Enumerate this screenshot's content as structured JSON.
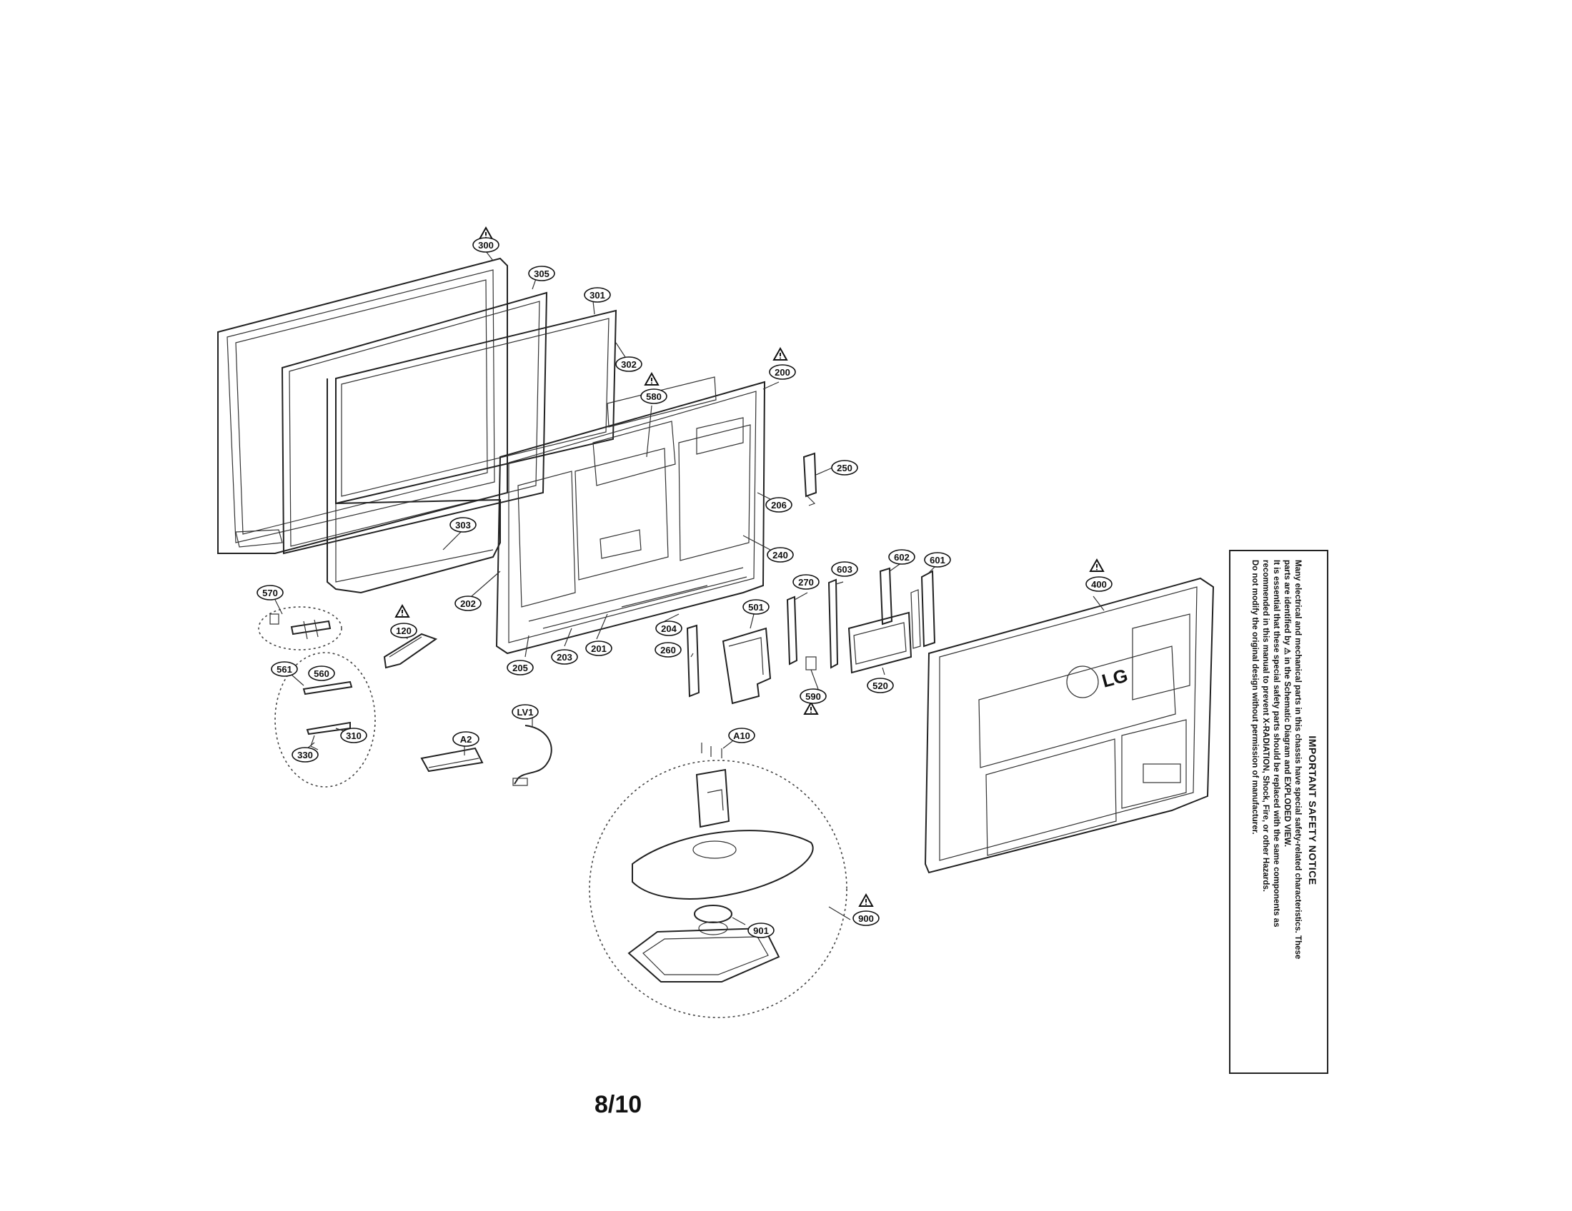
{
  "page_number": "8/10",
  "safety_notice": {
    "title": "IMPORTANT SAFETY NOTICE",
    "lines": [
      "Many electrical and mechanical parts in this chassis have special safety-related characteristics. These",
      "parts are identified by ⚠ in the Schematic Diagram and EXPLODED VIEW.",
      "It is essential that these special safety parts should be replaced with the same components as",
      "recommended in this manual to prevent X-RADIATION, Shock, Fire, or other Hazards.",
      "Do not modify the original design without permission of manufacturer."
    ]
  },
  "callouts": {
    "c300": "300",
    "c305": "305",
    "c301": "301",
    "c302": "302",
    "c303": "303",
    "c200": "200",
    "c580": "580",
    "c250": "250",
    "c206": "206",
    "c240": "240",
    "c202": "202",
    "c205": "205",
    "c203": "203",
    "c201": "201",
    "c204": "204",
    "c570": "570",
    "c120": "120",
    "c561": "561",
    "c560": "560",
    "c310": "310",
    "c330": "330",
    "cA2": "A2",
    "cLV1": "LV1",
    "cA10": "A10",
    "c260": "260",
    "c501": "501",
    "c270": "270",
    "c603": "603",
    "c602": "602",
    "c601": "601",
    "c590": "590",
    "c520": "520",
    "c400": "400",
    "c901": "901",
    "c900": "900"
  },
  "logo_text": "LG",
  "warning_symbol": "warning-triangle-icon"
}
